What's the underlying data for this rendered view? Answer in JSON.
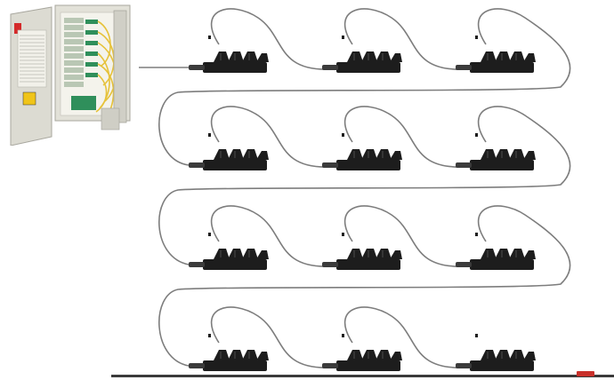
{
  "scene": {
    "cabinet": {
      "brand_color": "#d42a2a",
      "body_color": "#d9d8cf",
      "fiber_color": "#e6c23a",
      "module_color": "#2f8f5b"
    },
    "closures": {
      "color": "#1d1d1d",
      "rows": 4,
      "per_row": [
        3,
        3,
        3,
        3
      ]
    },
    "cable": {
      "color": "#7d7d7d"
    },
    "accent": "#c8302a"
  }
}
